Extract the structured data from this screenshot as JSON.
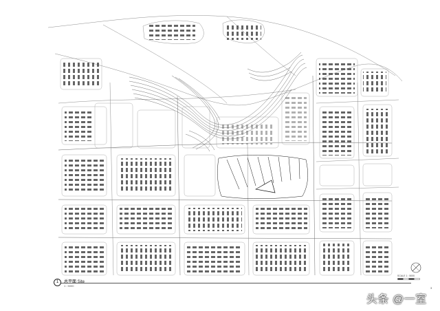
{
  "drawing": {
    "number": "1",
    "title": "总平面 Site",
    "scale_note": "1 : 5000",
    "scale_bar_label": "SCALE 1 : 5000",
    "page_number": "3"
  },
  "watermark": {
    "text": "头条 @一室"
  },
  "icons": {
    "north_arrow": "north-arrow-icon"
  }
}
